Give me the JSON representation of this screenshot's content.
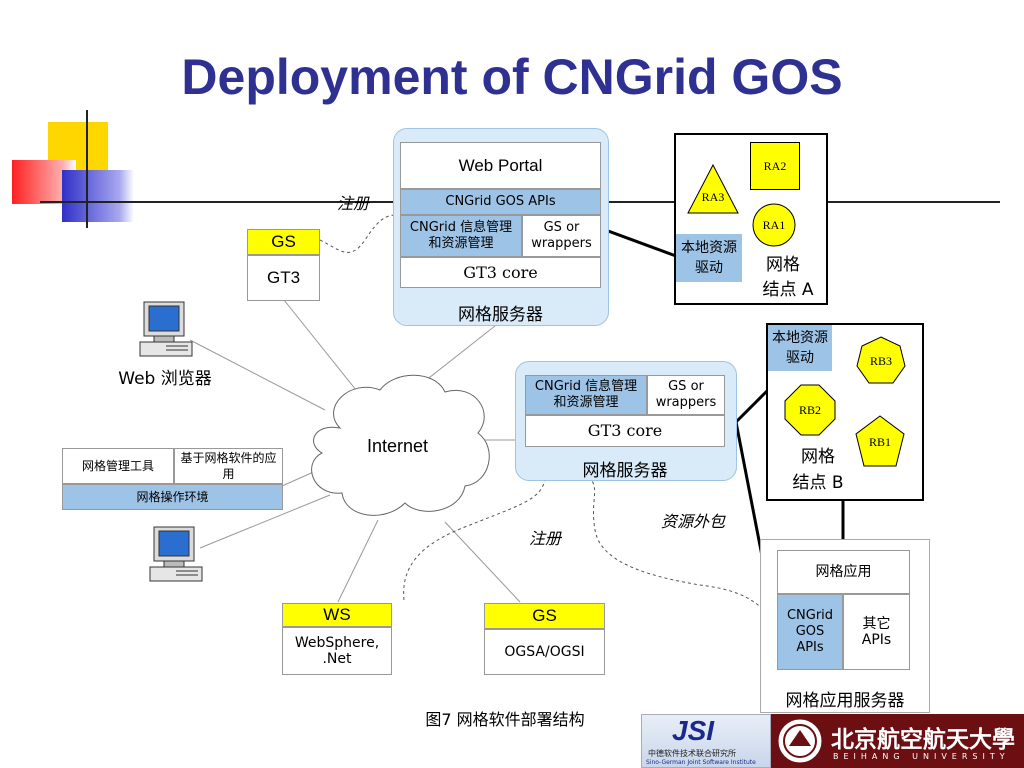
{
  "title": "Deployment of CNGrid GOS",
  "top_server": {
    "portal": "Web Portal",
    "apis": "CNGrid GOS APIs",
    "mgmt": "CNGrid 信息管理和资源管理",
    "gs_wrappers": "GS or wrappers",
    "core": "GT3 core",
    "caption": "网格服务器"
  },
  "mid_server": {
    "mgmt": "CNGrid 信息管理和资源管理",
    "gs_wrappers": "GS or wrappers",
    "core": "GT3 core",
    "caption": "网格服务器"
  },
  "node_a": {
    "ra2": "RA2",
    "ra3": "RA3",
    "ra1": "RA1",
    "driver": "本地资源驱动",
    "caption_line1": "网格",
    "caption_line2": "结点 A"
  },
  "node_b": {
    "driver": "本地资源驱动",
    "rb3": "RB3",
    "rb2": "RB2",
    "rb1": "RB1",
    "caption_line1": "网格",
    "caption_line2": "结点 B"
  },
  "gs_gt3": {
    "top": "GS",
    "bottom": "GT3"
  },
  "register_top": "注册",
  "register_mid": "注册",
  "outsourcing": "资源外包",
  "internet": "Internet",
  "web_browser": "Web 浏览器",
  "ops_env": {
    "tool": "网格管理工具",
    "apps": "基于网格软件的应用",
    "env": "网格操作环境"
  },
  "ws_box": {
    "top": "WS",
    "bottom": "WebSphere, .Net"
  },
  "gs_box": {
    "top": "GS",
    "bottom": "OGSA/OGSI"
  },
  "app_server": {
    "app": "网格应用",
    "gos_apis": "CNGrid GOS APIs",
    "other_apis": "其它 APIs",
    "caption": "网格应用服务器"
  },
  "figure_caption": "图7  网格软件部署结构",
  "logos": {
    "jsi": "JSI",
    "jsi_sub_cn": "中德软件技术联合研究所",
    "jsi_sub_en": "Sino-German Joint Software Institute",
    "beihang_cn": "北京航空航天大學",
    "beihang_en": "BEIHANG UNIVERSITY"
  },
  "colors": {
    "title": "#2e3192",
    "server_fill": "#d9ebf9",
    "accent_blue": "#9dc3e6",
    "yellow": "#ffff00"
  }
}
